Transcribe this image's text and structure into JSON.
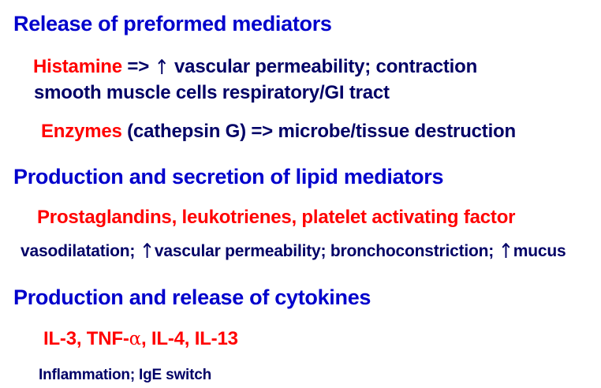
{
  "slide": {
    "background_color": "#ffffff",
    "heading_color": "#0000cc",
    "emphasis_color": "#ff0000",
    "body_color": "#000066",
    "sections": [
      {
        "heading": "Release of preformed mediators",
        "lines": [
          {
            "emphasis": "Histamine",
            "rest_before_arrow": " => ",
            "arrow": "↑",
            "rest_after_arrow": " vascular permeability; contraction"
          },
          {
            "text": "smooth muscle cells respiratory/GI tract"
          },
          {
            "emphasis": "Enzymes",
            "rest": " (cathepsin G) => microbe/tissue destruction"
          }
        ]
      },
      {
        "heading": "Production and secretion of lipid mediators",
        "lines": [
          {
            "emphasis": "Prostaglandins, leukotrienes, platelet activating factor"
          },
          {
            "seg1": "vasodilatation; ",
            "arrow1": "↑",
            "seg2": "vascular permeability; bronchoconstriction; ",
            "arrow2": "↑",
            "seg3": "mucus"
          }
        ]
      },
      {
        "heading": "Production and release of cytokines",
        "lines": [
          {
            "emphasis_part1": "IL-3, TNF-",
            "alpha": "α",
            "emphasis_part2": ", IL-4, IL-13"
          },
          {
            "text": "Inflammation; IgE switch"
          }
        ]
      }
    ]
  }
}
